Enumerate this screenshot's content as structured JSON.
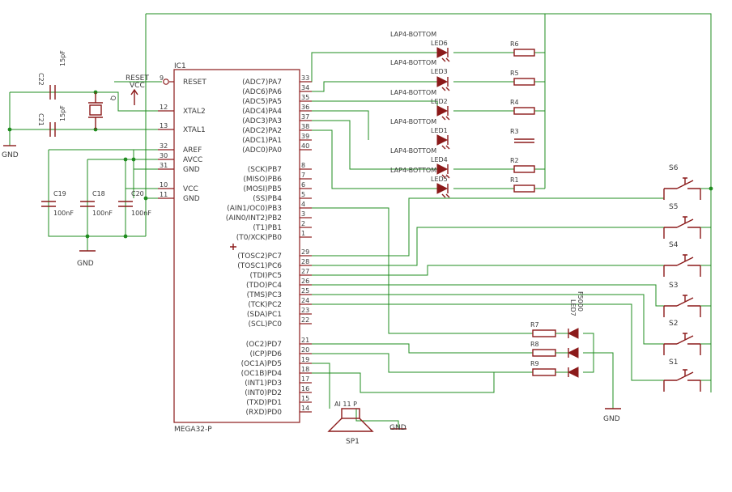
{
  "chip": {
    "ref": "IC1",
    "model": "MEGA32-P",
    "left_pins": [
      {
        "name": "RESET",
        "num": "9"
      },
      {
        "name": "XTAL2",
        "num": "12"
      },
      {
        "name": "XTAL1",
        "num": "13"
      },
      {
        "name": "AREF",
        "num": "32"
      },
      {
        "name": "AVCC",
        "num": "30"
      },
      {
        "name": "GND",
        "num": "31"
      },
      {
        "name": "VCC",
        "num": "10"
      },
      {
        "name": "GND",
        "num": "11"
      }
    ],
    "right_pins": [
      {
        "name": "(ADC7)PA7",
        "num": "33"
      },
      {
        "name": "(ADC6)PA6",
        "num": "34"
      },
      {
        "name": "(ADC5)PA5",
        "num": "35"
      },
      {
        "name": "(ADC4)PA4",
        "num": "36"
      },
      {
        "name": "(ADC3)PA3",
        "num": "37"
      },
      {
        "name": "(ADC2)PA2",
        "num": "38"
      },
      {
        "name": "(ADC1)PA1",
        "num": "39"
      },
      {
        "name": "(ADC0)PA0",
        "num": "40"
      },
      {
        "name": "(SCK)PB7",
        "num": "8"
      },
      {
        "name": "(MISO)PB6",
        "num": "7"
      },
      {
        "name": "(MOSI)PB5",
        "num": "6"
      },
      {
        "name": "(SS)PB4",
        "num": "5"
      },
      {
        "name": "(AIN1/OC0)PB3",
        "num": "4"
      },
      {
        "name": "(AIN0/INT2)PB2",
        "num": "3"
      },
      {
        "name": "(T1)PB1",
        "num": "2"
      },
      {
        "name": "(T0/XCK)PB0",
        "num": "1"
      },
      {
        "name": "(TOSC2)PC7",
        "num": "29"
      },
      {
        "name": "(TOSC1)PC6",
        "num": "28"
      },
      {
        "name": "(TDI)PC5",
        "num": "27"
      },
      {
        "name": "(TDO)PC4",
        "num": "26"
      },
      {
        "name": "(TMS)PC3",
        "num": "25"
      },
      {
        "name": "(TCK)PC2",
        "num": "24"
      },
      {
        "name": "(SDA)PC1",
        "num": "23"
      },
      {
        "name": "(SCL)PC0",
        "num": "22"
      },
      {
        "name": "(OC2)PD7",
        "num": "21"
      },
      {
        "name": "(ICP)PD6",
        "num": "20"
      },
      {
        "name": "(OC1A)PD5",
        "num": "19"
      },
      {
        "name": "(OC1B)PD4",
        "num": "18"
      },
      {
        "name": "(INT1)PD3",
        "num": "17"
      },
      {
        "name": "(INT0)PD2",
        "num": "16"
      },
      {
        "name": "(TXD)PD1",
        "num": "15"
      },
      {
        "name": "(RXD)PD0",
        "num": "14"
      }
    ]
  },
  "labels": {
    "reset": "RESET",
    "vcc": "VCC",
    "q": "Q",
    "gnd": "GND",
    "c22": "C22",
    "c21": "C21",
    "c22_val": "15pF",
    "c21_val": "15pF",
    "c19": "C19",
    "c18": "C18",
    "c20": "C20",
    "cap_val": "100nF",
    "led_group": "LAP4-BOTTOM",
    "led6": "LED6",
    "led3": "LED3",
    "led2": "LED2",
    "led1": "LED1",
    "led4": "LED4",
    "led5": "LED5",
    "r6": "R6",
    "r5": "R5",
    "r4": "R4",
    "r3": "R3",
    "r2": "R2",
    "r1": "R1",
    "r7": "R7",
    "r8": "R8",
    "r9": "R9",
    "led7": "LED7",
    "led7_val": "F5000",
    "s1": "S1",
    "s2": "S2",
    "s3": "S3",
    "s4": "S4",
    "s5": "S5",
    "s6": "S6",
    "sp_val": "AI 11 P",
    "sp": "SP1"
  }
}
